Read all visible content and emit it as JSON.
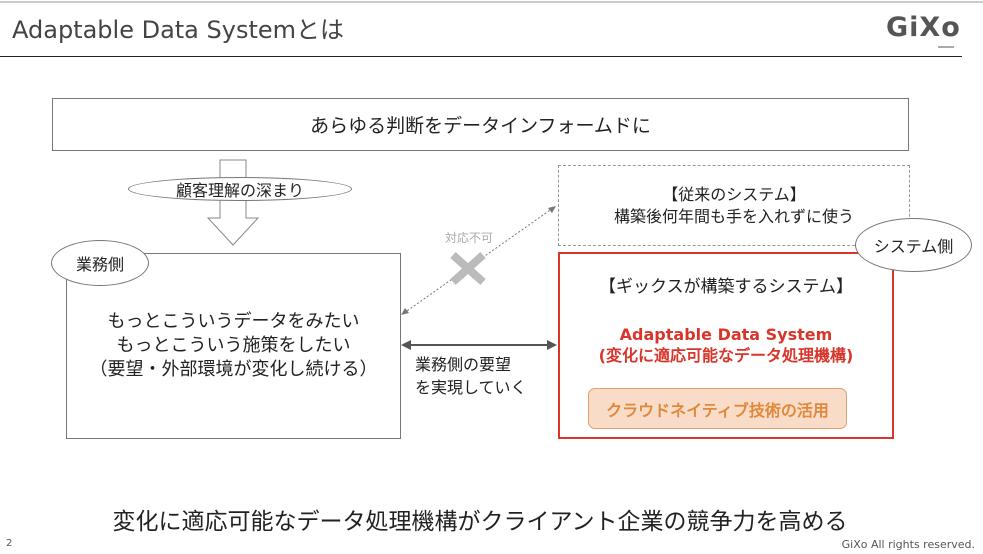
{
  "header": {
    "title": "Adaptable Data Systemとは",
    "logo": "GiXo"
  },
  "top_box": "あらゆる判断をデータインフォームドに",
  "arrow_label": "顧客理解の深まり",
  "business": {
    "badge": "業務側",
    "lines": [
      "もっとこういうデータをみたい",
      "もっとこういう施策をしたい",
      "（要望・外部環境が変化し続ける）"
    ]
  },
  "legacy": {
    "title": "【従来のシステム】",
    "desc": "構築後何年間も手を入れずに使う"
  },
  "incompatible_label": "対応不可",
  "system_badge": "システム側",
  "gixo_system": {
    "title": "【ギックスが構築するシステム】",
    "name": "Adaptable Data System",
    "subtitle": "(変化に適応可能なデータ処理機構)",
    "tech": "クラウドネイティブ技術の活用"
  },
  "mid_label": [
    "業務側の要望",
    "を実現していく"
  ],
  "conclusion": "変化に適応可能なデータ処理機構がクライアント企業の競争力を高める",
  "footer": {
    "page": "2",
    "copyright": "GiXo All rights reserved."
  },
  "colors": {
    "red": "#d9362b",
    "orange_text": "#e0893c",
    "orange_fill": "#f9dcc8"
  }
}
